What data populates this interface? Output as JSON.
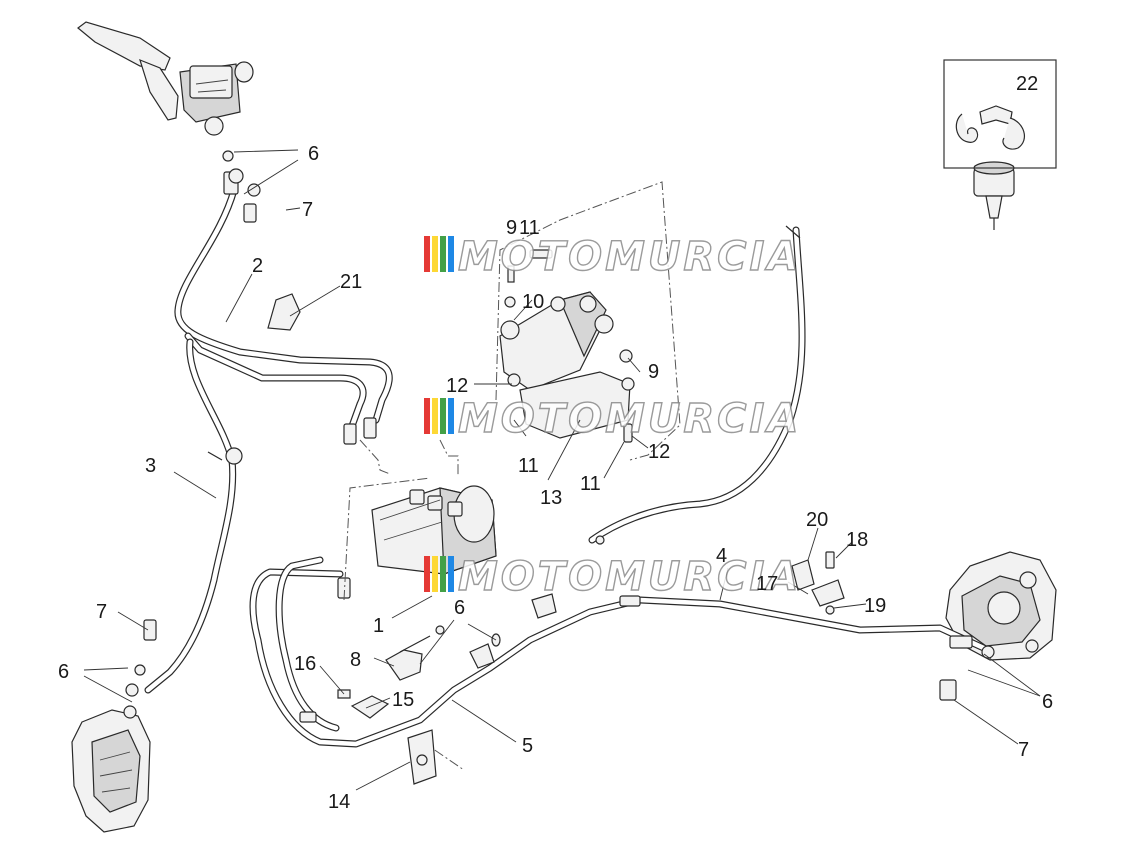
{
  "diagram": {
    "callouts": {
      "c1": "1",
      "c2": "2",
      "c3": "3",
      "c4": "4",
      "c5": "5",
      "c6a": "6",
      "c6b": "6",
      "c6c": "6",
      "c6d": "6",
      "c7a": "7",
      "c7b": "7",
      "c7c": "7",
      "c8": "8",
      "c9": "9",
      "c9top": "9",
      "c10": "10",
      "c11top": "11",
      "c11a": "11",
      "c11b": "11",
      "c12a": "12",
      "c12b": "12",
      "c13": "13",
      "c14": "14",
      "c15": "15",
      "c16": "16",
      "c17": "17",
      "c18": "18",
      "c19": "19",
      "c20": "20",
      "c21": "21",
      "c22": "22"
    },
    "watermark": {
      "text": "MOTOMURCIA",
      "stripe_colors": [
        "#e53935",
        "#fdd835",
        "#43a047",
        "#1e88e5"
      ]
    }
  }
}
